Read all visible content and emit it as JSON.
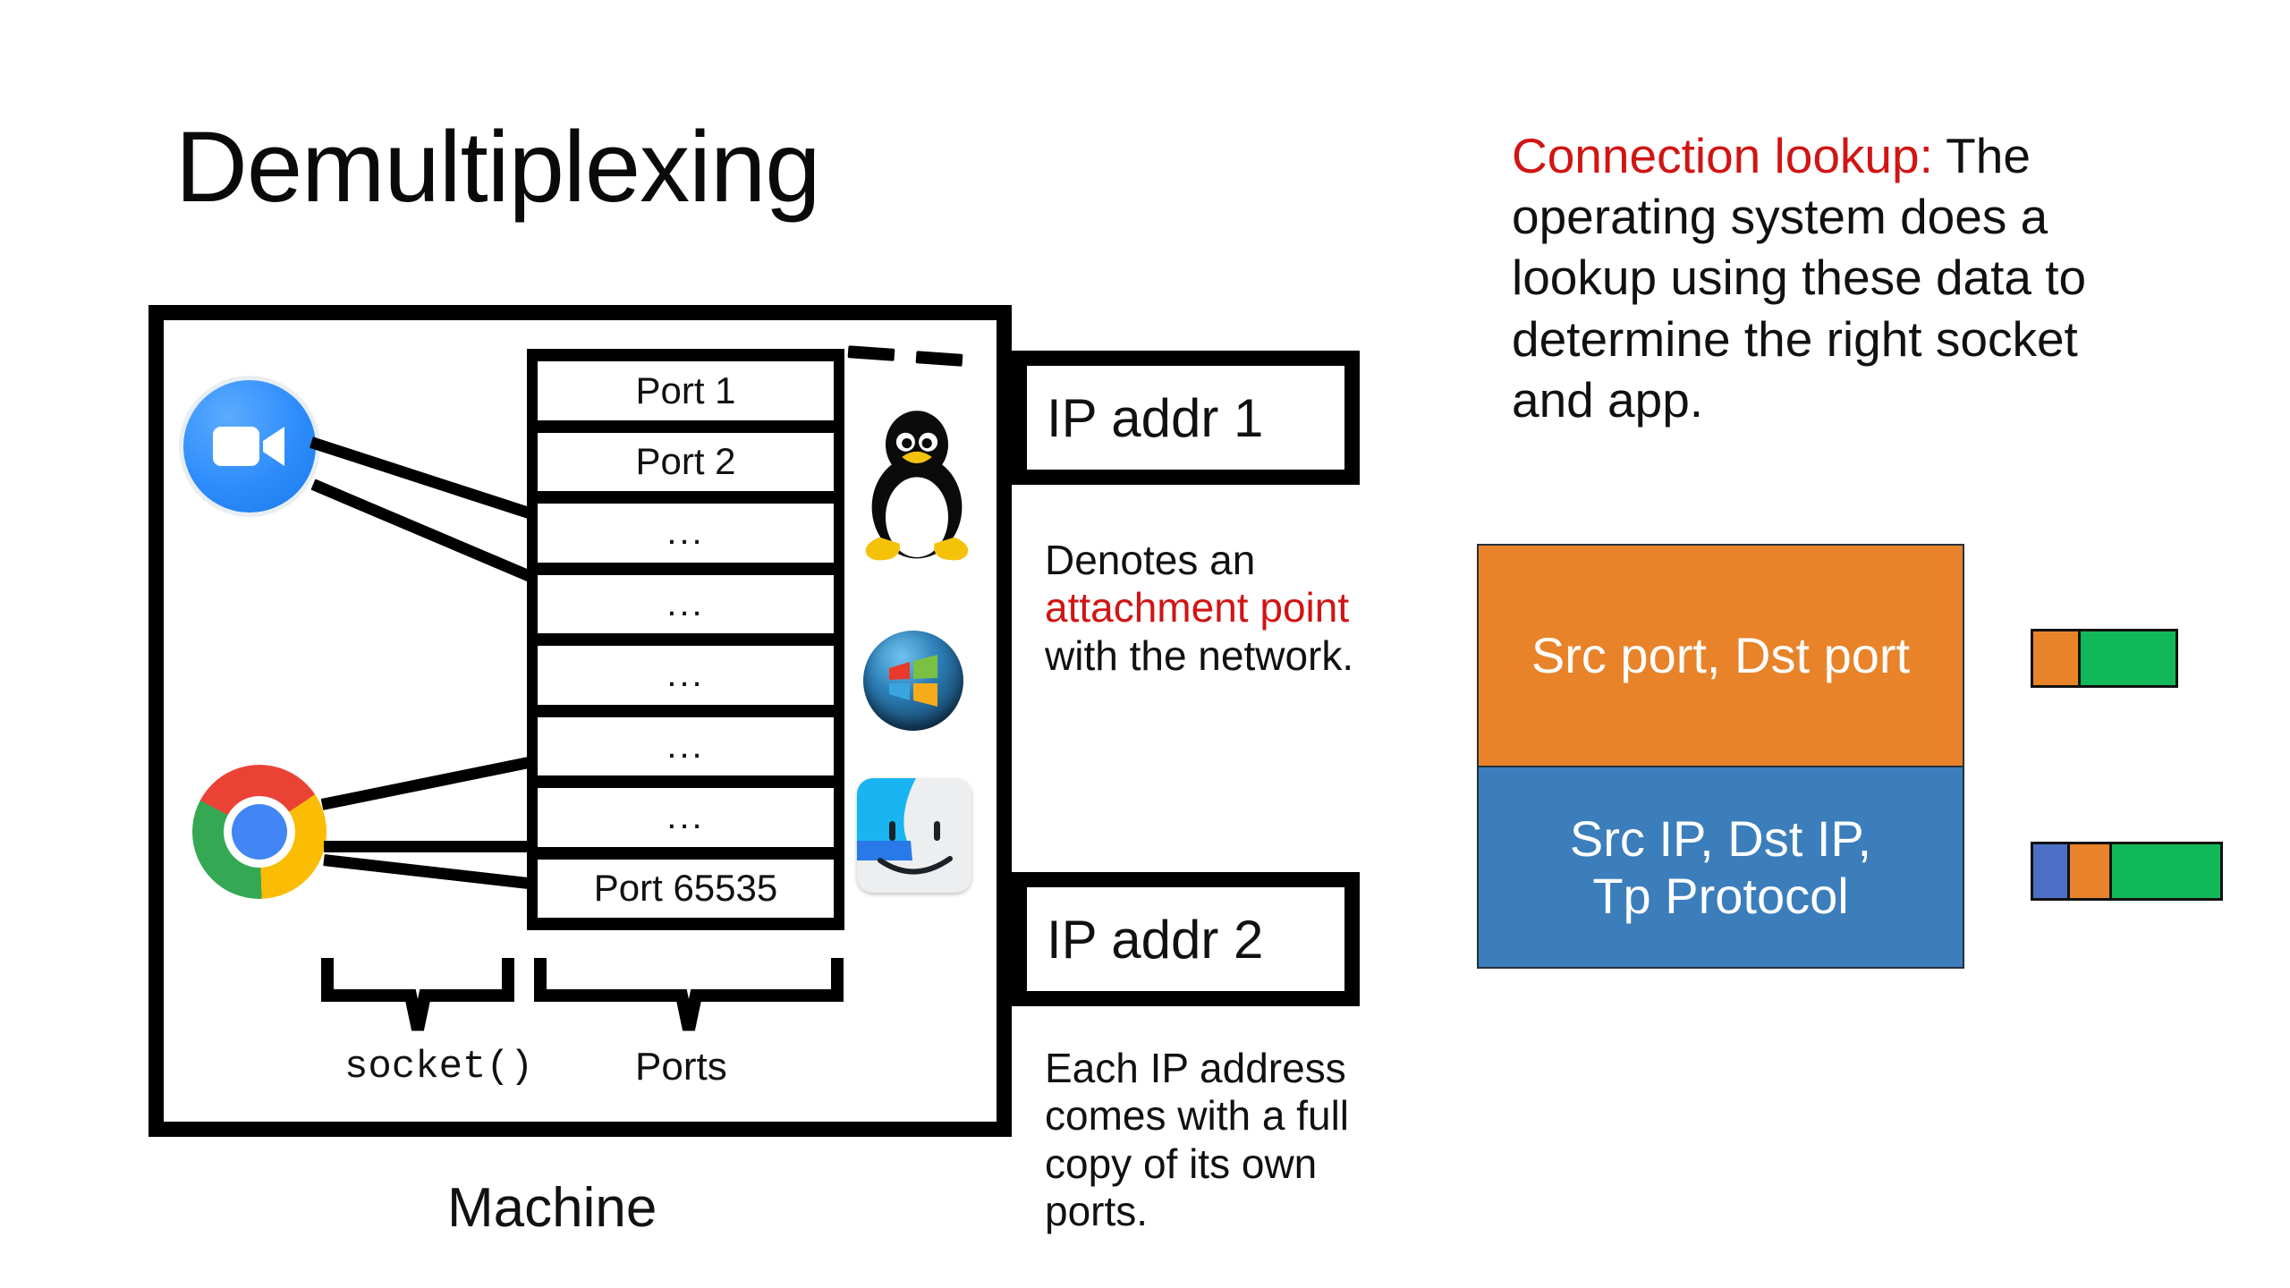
{
  "slide": {
    "title": "Demultiplexing",
    "machine_label": "Machine"
  },
  "ports": {
    "rows": [
      "Port 1",
      "Port 2",
      "...",
      "...",
      "...",
      "...",
      "...",
      "Port 65535"
    ],
    "brace_labels": {
      "socket": "socket()",
      "ports": "Ports"
    }
  },
  "apps": [
    {
      "name": "zoom",
      "icon": "video-camera-icon",
      "lines": 2
    },
    {
      "name": "chrome",
      "icon": "chrome-logo-icon",
      "lines": 3
    }
  ],
  "os_logos": [
    {
      "name": "linux",
      "icon": "tux-penguin-icon"
    },
    {
      "name": "windows",
      "icon": "windows-orb-icon"
    },
    {
      "name": "macos",
      "icon": "finder-face-icon"
    }
  ],
  "ip_boxes": [
    {
      "label": "IP addr 1"
    },
    {
      "label": "IP addr 2"
    }
  ],
  "notes": {
    "attachment": {
      "line1": "Denotes an",
      "highlight": "attachment point",
      "line3": "with the network."
    },
    "copy": "Each IP address comes with a full copy of its own ports."
  },
  "lookup": {
    "heading": "Connection lookup:",
    "body": " The operating system does a lookup using these data to determine the right socket and app."
  },
  "headers": {
    "transport": "Src port, Dst port",
    "network_line1": "Src IP, Dst IP,",
    "network_line2": "Tp Protocol"
  },
  "packets": [
    {
      "name": "transport-packet",
      "segments": [
        {
          "color": "#e8832a",
          "flex": 1
        },
        {
          "color": "#11b85a",
          "flex": 2.1
        }
      ]
    },
    {
      "name": "network-packet",
      "segments": [
        {
          "color": "#4a6fc4",
          "flex": 0.82
        },
        {
          "color": "#e8832a",
          "flex": 0.95
        },
        {
          "color": "#11b85a",
          "flex": 2.6
        }
      ]
    }
  ],
  "colors": {
    "accent_red": "#d11414",
    "orange": "#e8832a",
    "blue": "#3c7ebc",
    "green": "#11b85a",
    "packet_blue": "#4a6fc4"
  }
}
